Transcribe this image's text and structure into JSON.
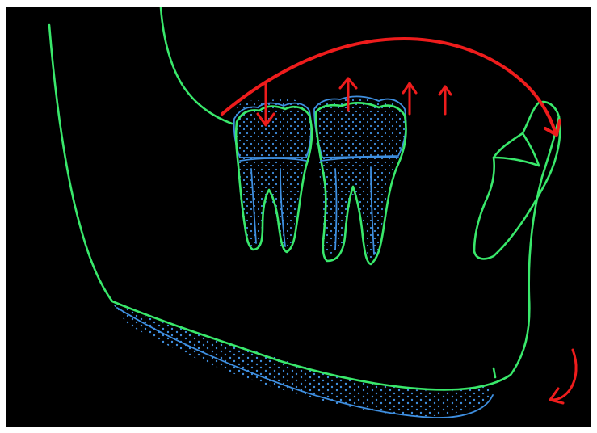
{
  "diagram": {
    "background": "#000000",
    "frame": "#ffffff",
    "colors": {
      "outline": "#39e86b",
      "fill_outline": "#3f8fe0",
      "dots": "#3f8fe0",
      "arrows": "#ee1c1c"
    },
    "parts": [
      "mandible-outline",
      "molar-1",
      "molar-2",
      "erupting-molar",
      "cortical-bone-dots",
      "rotation-arrow",
      "extrusion-arrows",
      "intrusion-arrow",
      "chin-rotation-arrow"
    ]
  }
}
